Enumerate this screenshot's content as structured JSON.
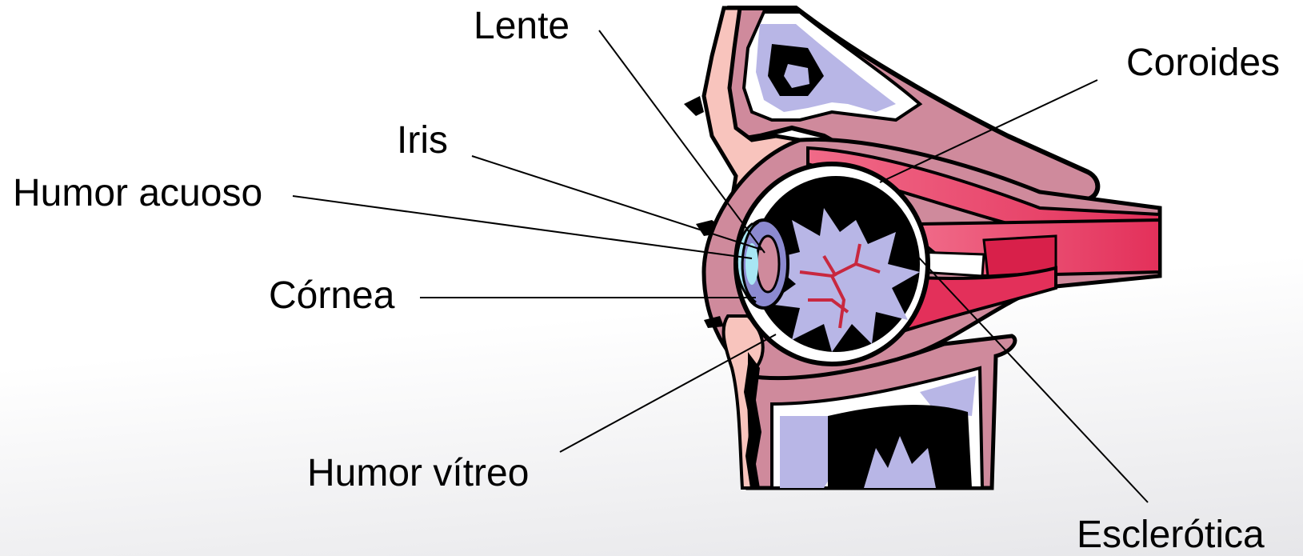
{
  "labels": {
    "lente": "Lente",
    "coroides": "Coroides",
    "iris": "Iris",
    "humor_acuoso": "Humor acuoso",
    "cornea": "Córnea",
    "humor_vitreo": "Humor vítreo",
    "esclerotica": "Esclerótica"
  },
  "colors": {
    "bone": "#b8b6e6",
    "tissue": "#cf8a9c",
    "muscle": "#e3305a",
    "cornea": "#a8e6f4",
    "black": "#000000",
    "white": "#ffffff"
  }
}
